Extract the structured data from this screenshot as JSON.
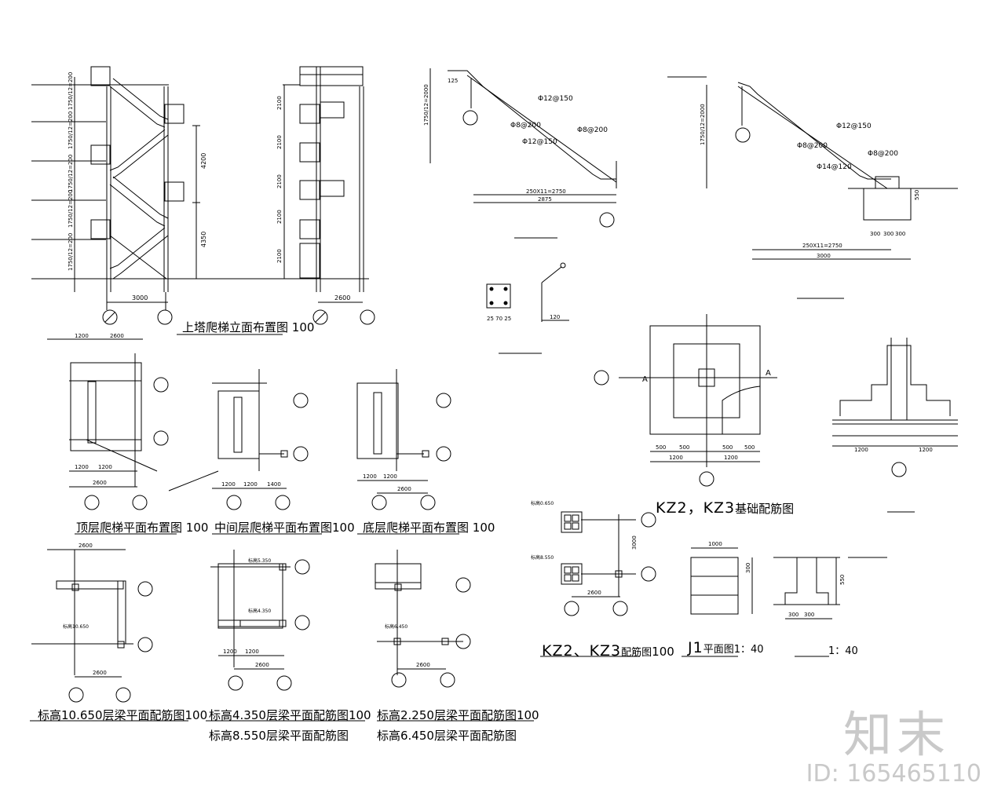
{
  "titles": {
    "elevation": "上塔爬梯立面布置图",
    "elevation_scale": "100",
    "top_plan": "顶层爬梯平面布置图",
    "mid_plan": "中间层爬梯平面布置图",
    "bottom_plan": "底层爬梯平面布置图",
    "plan_scale": "100",
    "kz_found": "KZ2，KZ3",
    "kz_found_suffix": "基础配筋图",
    "kz_rebar": "KZ2、KZ3",
    "kz_rebar_suffix": "配筋图",
    "kz_rebar_scale": "100",
    "j1": "J1",
    "j1_suffix": "平面图",
    "scale_140": "1：40",
    "beam_1065": "标高10.650层梁平面配筋图",
    "beam_4350": "标高4.350层梁平面配筋图",
    "beam_2250": "标高2.250层梁平面配筋图",
    "beam_8550": "标高8.550层梁平面配筋图",
    "beam_6450": "标高6.450层梁平面配筋图",
    "beam_scale": "100"
  },
  "dims": {
    "d3000": "3000",
    "d2600": "2600",
    "d2100": "2100",
    "d4200": "4200",
    "d4350": "4350",
    "d1200": "1200",
    "d1400": "1400",
    "d500": "500",
    "d300": "300",
    "d200": "200",
    "d1000": "1000",
    "d120": "120",
    "d125": "125",
    "d2875": "2875",
    "d550": "550",
    "d150": "150",
    "run": "250X11=2750",
    "rise": "1750/12=2000",
    "rise2": "1750/12=200",
    "stair_run": "250X11=2750",
    "col": "25 70 25"
  },
  "rebar": {
    "r1": "Φ12@150",
    "r2": "Φ8@200",
    "r3": "Φ12@150",
    "r4": "Φ8@200",
    "r5": "Φ14@120",
    "r6": "Φ8@200"
  },
  "levels": {
    "l0650": "标高0.650",
    "l8550": "标高8.550",
    "l1065": "标高10.650",
    "l4350": "标高4.350",
    "l5350": "标高5.350",
    "l2250": "标高2.250",
    "l6450": "标高6.450"
  },
  "section_marks": {
    "a": "A"
  },
  "watermark": {
    "brand": "知末",
    "id": "ID: 165465110"
  }
}
